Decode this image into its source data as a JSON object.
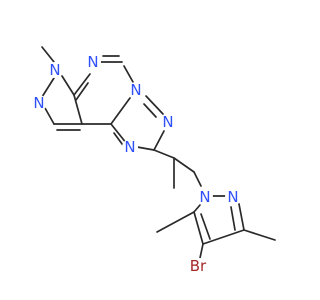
{
  "molecule": {
    "background": "#ffffff",
    "bond_color": "#2a2a2a",
    "element_colors": {
      "N": "#3050f8",
      "Br": "#a62929"
    },
    "atoms": {
      "n_pyrazole_methyl": "N",
      "n_pyrazole_right": "N",
      "n_pyrimidine_left": "N",
      "n_bridge": "N",
      "n_triazole_right": "N",
      "n_triazole_left": "N",
      "n_pyrazole2_1": "N",
      "n_pyrazole2_2": "N",
      "bromine": "Br"
    }
  }
}
